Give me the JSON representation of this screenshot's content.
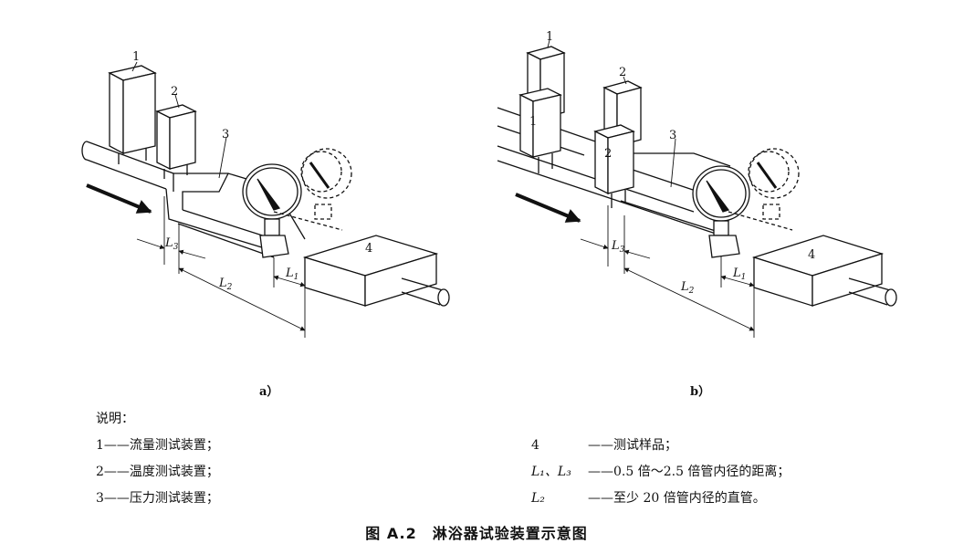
{
  "figure_a": {
    "caption": "a）",
    "labels": {
      "n1": "1",
      "n2": "2",
      "n3": "3",
      "n4": "4",
      "L1": "L",
      "L1_sub": "1",
      "L2": "L",
      "L2_sub": "2",
      "L3": "L",
      "L3_sub": "3"
    }
  },
  "figure_b": {
    "caption": "b）",
    "labels": {
      "n1_top": "1",
      "n1_front": "1",
      "n2_top": "2",
      "n2_front": "2",
      "n3": "3",
      "n4": "4",
      "L1": "L",
      "L1_sub": "1",
      "L2": "L",
      "L2_sub": "2",
      "L3": "L",
      "L3_sub": "3"
    }
  },
  "legend": {
    "heading": "说明：",
    "left": [
      {
        "key": "1",
        "dash": "——",
        "text": "流量测试装置；"
      },
      {
        "key": "2",
        "dash": "——",
        "text": "温度测试装置；"
      },
      {
        "key": "3",
        "dash": "——",
        "text": "压力测试装置；"
      }
    ],
    "right": [
      {
        "key": "4",
        "dash": "——",
        "text": "测试样品；"
      },
      {
        "key": "L₁、L₃",
        "dash": "——",
        "text": "0.5 倍～2.5 倍管内径的距离；"
      },
      {
        "key": "L₂",
        "dash": "——",
        "text": "至少 20 倍管内径的直管。"
      }
    ]
  },
  "title": "图 A.2　淋浴器试验装置示意图"
}
